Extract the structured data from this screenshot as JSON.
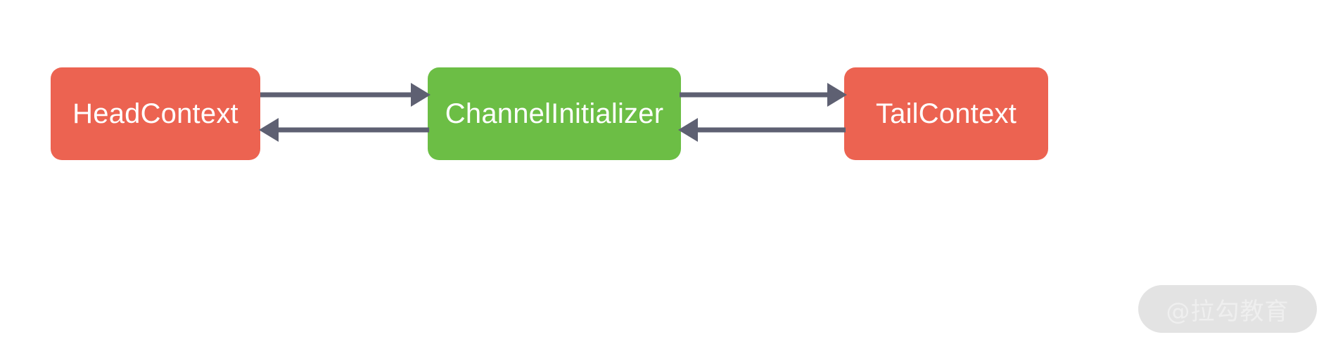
{
  "diagram": {
    "type": "flow-diagram",
    "background_color": "#ffffff",
    "nodes": [
      {
        "id": "head-context",
        "label": "HeadContext",
        "fill_color": "#ec6351",
        "text_color": "#ffffff"
      },
      {
        "id": "channel-initializer",
        "label": "ChannelInitializer",
        "fill_color": "#6cbe45",
        "text_color": "#ffffff"
      },
      {
        "id": "tail-context",
        "label": "TailContext",
        "fill_color": "#ec6351",
        "text_color": "#ffffff"
      }
    ],
    "edges": [
      {
        "id": "head-to-init",
        "from": "head-context",
        "to": "channel-initializer",
        "direction": "right",
        "color": "#5e6072",
        "label": ""
      },
      {
        "id": "init-to-head",
        "from": "channel-initializer",
        "to": "head-context",
        "direction": "left",
        "color": "#5e6072",
        "label": ""
      },
      {
        "id": "init-to-tail",
        "from": "channel-initializer",
        "to": "tail-context",
        "direction": "right",
        "color": "#5e6072",
        "label": ""
      },
      {
        "id": "tail-to-init",
        "from": "tail-context",
        "to": "channel-initializer",
        "direction": "left",
        "color": "#5e6072",
        "label": ""
      }
    ]
  },
  "watermark": {
    "text": "@拉勾教育",
    "pill_color": "#e3e3e3",
    "text_color": "#efefef"
  }
}
